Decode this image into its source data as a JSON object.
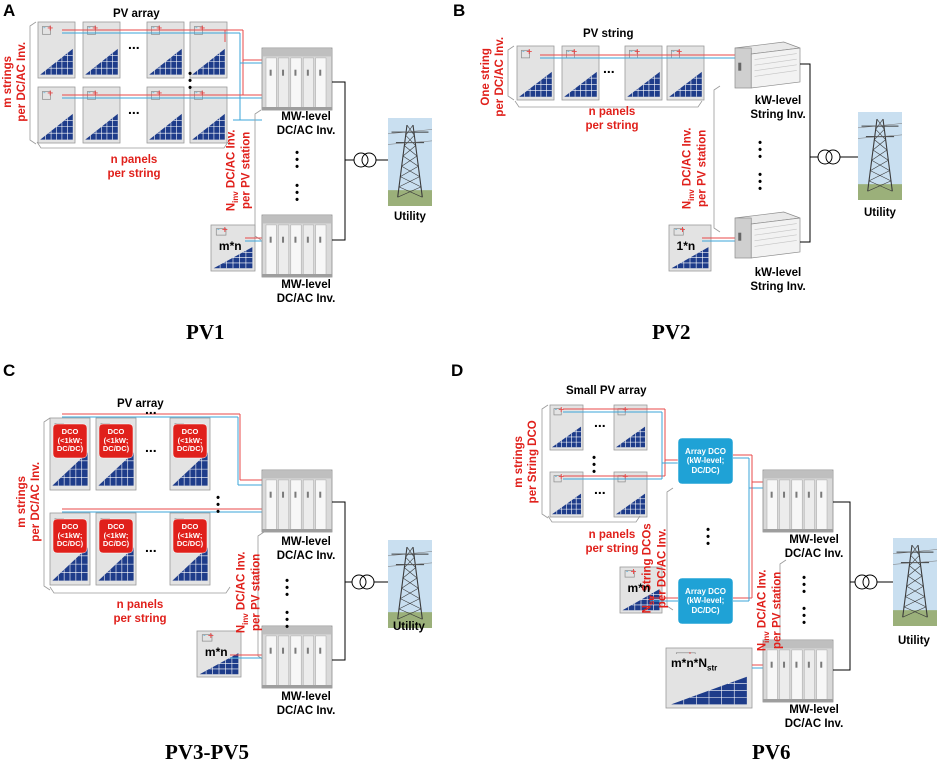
{
  "panels": {
    "A": {
      "letter": "A",
      "caption": "PV1",
      "array_label": "PV array",
      "rows_label": [
        "m strings",
        "per DC/AC Inv."
      ],
      "cols_label": [
        "n panels",
        "per string"
      ],
      "station_label": [
        "N",
        "inv",
        " DC/AC Inv.",
        "per PV station"
      ],
      "inv_top": [
        "MW-level",
        "DC/AC Inv."
      ],
      "inv_bot": [
        "MW-level",
        "DC/AC Inv."
      ],
      "multiplier": "m*n",
      "utility": "Utility"
    },
    "B": {
      "letter": "B",
      "caption": "PV2",
      "array_label": "PV string",
      "rows_label": [
        "One string",
        "per DC/AC Inv."
      ],
      "cols_label": [
        "n panels",
        "per string"
      ],
      "station_label": [
        "N",
        "inv",
        " DC/AC Inv.",
        "per PV station"
      ],
      "inv_top": [
        "kW-level",
        "String Inv."
      ],
      "inv_bot": [
        "kW-level",
        "String Inv."
      ],
      "multiplier": "1*n",
      "utility": "Utility"
    },
    "C": {
      "letter": "C",
      "caption": "PV3-PV5",
      "array_label": "PV array",
      "rows_label": [
        "m strings",
        "per DC/AC Inv."
      ],
      "cols_label": [
        "n panels",
        "per string"
      ],
      "station_label": [
        "N",
        "inv",
        " DC/AC Inv.",
        "per PV station"
      ],
      "inv_top": [
        "MW-level",
        "DC/AC Inv."
      ],
      "inv_bot": [
        "MW-level",
        "DC/AC Inv."
      ],
      "multiplier": "m*n",
      "utility": "Utility",
      "dco": [
        "DCO",
        "(<1kW;",
        "DC/DC)"
      ]
    },
    "D": {
      "letter": "D",
      "caption": "PV6",
      "array_label": "Small PV array",
      "rows_label": [
        "m strings",
        "per String DCO"
      ],
      "cols_label": [
        "n panels",
        "per string"
      ],
      "str_label": [
        "N",
        "str",
        " String DCOs",
        "per DC/AC Inv."
      ],
      "station_label": [
        "N",
        "inv",
        " DC/AC Inv.",
        "per PV station"
      ],
      "inv_top": [
        "MW-level",
        "DC/AC Inv."
      ],
      "inv_bot": [
        "MW-level",
        "DC/AC Inv."
      ],
      "multiplier": "m*n",
      "multiplier2": [
        "m*n*N",
        "str"
      ],
      "utility": "Utility",
      "array_dco": [
        "Array DCO",
        "(kW-level;",
        "DC/DC)"
      ]
    }
  },
  "colors": {
    "red_label": "#e0201b",
    "dco_red": "#e0201b",
    "dco_blue": "#1fa2d6",
    "wire_red": "#e84a4a",
    "wire_blue": "#3ba6d9",
    "panel_gray": "#e3e3e3",
    "cell_blue": "#1e3c8a"
  },
  "glyphs": {
    "hdots": "...",
    "vdots": "⋮"
  }
}
